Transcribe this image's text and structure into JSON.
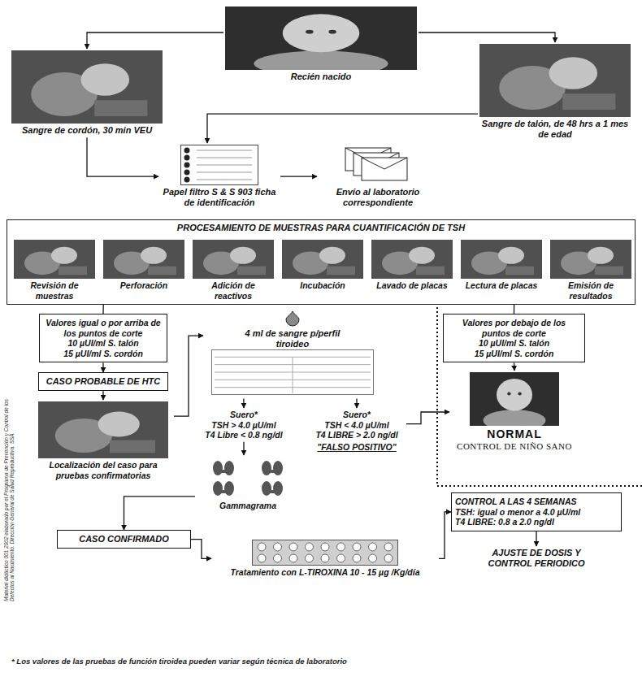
{
  "diagram": {
    "nodes": [
      {
        "text": [
          "Recién nacido"
        ]
      },
      {
        "text": [
          "Sangre de cordón, 30 min VEU"
        ]
      },
      {
        "text": [
          "Sangre de talón, de 48 hrs a 1 mes de edad"
        ]
      },
      {
        "text": [
          "Papel filtro S & S 903 ficha de identificación"
        ]
      },
      {
        "text": [
          "Envío al laboratorio correspondiente"
        ]
      },
      {
        "text": [
          "PROCESAMIENTO DE MUESTRAS PARA CUANTIFICACIÓN DE TSH"
        ]
      },
      {
        "text": [
          "Revisión de muestras"
        ],
        "in": 5
      },
      {
        "text": [
          "Perforación"
        ],
        "in": 5
      },
      {
        "text": [
          "Adición de reactivos"
        ],
        "in": 5
      },
      {
        "text": [
          "Incubación"
        ],
        "in": 5
      },
      {
        "text": [
          "Lavado de placas"
        ],
        "in": 5
      },
      {
        "text": [
          "Lectura de placas"
        ],
        "in": 5
      },
      {
        "text": [
          "Emisión de resultados"
        ],
        "in": 5
      },
      {
        "text": [
          "Valores igual o por arriba de los puntos de corte",
          "10 µUI/ml S. talón",
          "15 µUI/ml S. cordón"
        ]
      },
      {
        "text": [
          "4 ml de sangre p/perfil tiroideo"
        ]
      },
      {
        "text": [
          "Valores por debajo de los puntos de corte",
          "10 µUI/ml S. talón",
          "15 µUI/ml S. cordón"
        ]
      },
      {
        "text": [
          "CASO PROBABLE DE HTC"
        ]
      },
      {
        "text": [
          "Localización del caso para pruebas confirmatorias"
        ]
      },
      {
        "text": [
          "Suero*",
          "TSH > 4.0 µU/ml",
          "T4 Libre < 0.8 ng/dl"
        ]
      },
      {
        "text": [
          "Suero*",
          "TSH < 4.0 µU/ml",
          "T4 LIBRE > 2.0 ng/dl",
          "\"FALSO POSITIVO\""
        ]
      },
      {
        "text": [
          "NORMAL",
          "CONTROL DE NIÑO SANO"
        ]
      },
      {
        "text": [
          "Gammagrama"
        ]
      },
      {
        "text": [
          "CASO CONFIRMADO"
        ]
      },
      {
        "text": [
          "Tratamiento con L-TIROXINA 10 - 15 µg /Kg/día"
        ]
      },
      {
        "text": [
          "CONTROL A LAS 4 SEMANAS",
          "TSH: igual o menor a 4.0 µU/ml",
          "T4 LIBRE: 0.8 a 2.0 ng/dl"
        ]
      },
      {
        "text": [
          "AJUSTE DE DOSIS Y CONTROL PERIODICO"
        ]
      }
    ],
    "edges": [
      {
        "from": 0,
        "to": 1,
        "arrow": "to"
      },
      {
        "from": 0,
        "to": 2,
        "arrow": "to"
      },
      {
        "from": 1,
        "to": 3,
        "arrow": "to"
      },
      {
        "from": 2,
        "to": 3,
        "arrow": "to"
      },
      {
        "from": 3,
        "to": 4,
        "arrow": "to"
      },
      {
        "from": 5,
        "to": 13,
        "arrow": "none"
      },
      {
        "from": 5,
        "to": 15,
        "arrow": "none"
      },
      {
        "from": 13,
        "to": 16,
        "arrow": "to"
      },
      {
        "from": 16,
        "to": 17,
        "arrow": "to"
      },
      {
        "from": 17,
        "to": 14,
        "arrow": "to"
      },
      {
        "from": 14,
        "to": 18,
        "arrow": "to"
      },
      {
        "from": 14,
        "to": 19,
        "arrow": "to"
      },
      {
        "from": 19,
        "to": 20,
        "arrow": "to"
      },
      {
        "from": 15,
        "to": 20,
        "arrow": "to"
      },
      {
        "from": 18,
        "to": 21,
        "arrow": "to"
      },
      {
        "from": 21,
        "to": 22,
        "arrow": "to"
      },
      {
        "from": 22,
        "to": 23,
        "arrow": "to"
      },
      {
        "from": 23,
        "to": 24,
        "arrow": "to"
      },
      {
        "from": 24,
        "to": 25,
        "arrow": "to"
      }
    ],
    "labels": [
      "* Los valores de las pruebas de función tiroidea pueden variar según técnica de laboratorio",
      "Material didáctico 001 2002 elaborado por el Programa de Prevención y Control de los Defectos al Nacimiento. Dirección General de Salud Reproductiva. SSA"
    ]
  }
}
